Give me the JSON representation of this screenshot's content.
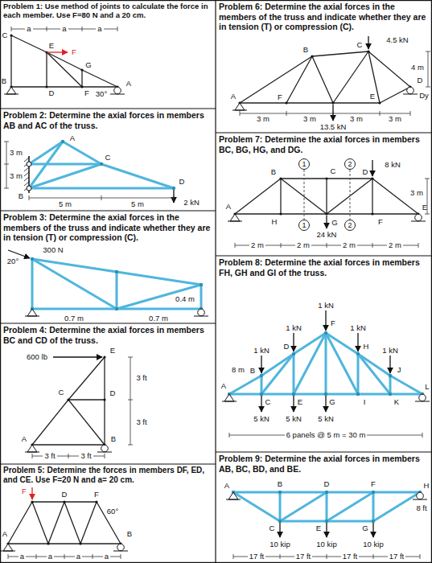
{
  "diagram": {
    "nodes": [
      {
        "text": [
          "Problem 1: Use method of joints to calculate the force in each member. Use F=80 N and a 20 cm."
        ]
      },
      {
        "text": [
          "Problem 2: Determine the axial forces in members AB and AC of the truss."
        ]
      },
      {
        "text": [
          "Problem 3: Determine the axial forces in the members of the truss and indicate whether they are in tension (T) or compression (C)."
        ]
      },
      {
        "text": [
          "Problem 4: Determine the axial forces in members BC and CD of the truss."
        ]
      },
      {
        "text": [
          "Problem 5: Determine the forces in members DF, ED, and CE. Use F=20 N and a= 20 cm."
        ]
      },
      {
        "text": [
          "Problem 6: Determine the axial forces in the members of the truss and indicate whether they are in tension (T) or compression (C)."
        ]
      },
      {
        "text": [
          "Problem 7: Determine the axial forces in members BC, BG, HG, and DG."
        ]
      },
      {
        "text": [
          "1"
        ],
        "in": 6
      },
      {
        "text": [
          "2"
        ],
        "in": 6
      },
      {
        "text": [
          "1"
        ],
        "in": 6
      },
      {
        "text": [
          "2"
        ],
        "in": 6
      },
      {
        "text": [
          "Problem 8: Determine the axial forces in members FH, GH and GI of the truss."
        ]
      },
      {
        "text": [
          "Problem 9: Determine the axial forces in members AB, BC, BD, and BE."
        ]
      }
    ],
    "labels": [
      "a",
      "a",
      "a",
      "C",
      "E",
      "F",
      "G",
      "B",
      "D",
      "F",
      "30°",
      "A",
      "A",
      "3 m",
      "3 m",
      "C",
      "B",
      "D",
      "5 m",
      "5 m",
      "2 kN",
      "300 N",
      "20°",
      "0.4 m",
      "0.7 m",
      "0.7 m",
      "600 lb",
      "E",
      "3 ft",
      "D",
      "C",
      "3 ft",
      "A",
      "B",
      "3 ft",
      "3 ft",
      "F",
      "D",
      "F",
      "60°",
      "A",
      "B",
      "a",
      "a",
      "a",
      "a",
      "4.5 kN",
      "B",
      "C",
      "4 m",
      "D",
      "Dy",
      "A",
      "F",
      "E",
      "3 m",
      "3 m",
      "3 m",
      "3 m",
      "13.5 kN",
      "8 kN",
      "B",
      "C",
      "D",
      "3 m",
      "A",
      "H",
      "G",
      "F",
      "E",
      "2 m",
      "2 m",
      "2 m",
      "2 m",
      "24 kN",
      "1 kN",
      "F",
      "1 kN",
      "1 kN",
      "D",
      "H",
      "1 kN",
      "1 kN",
      "8 m",
      "B",
      "J",
      "A",
      "C",
      "E",
      "G",
      "I",
      "K",
      "L",
      "5 kN",
      "5 kN",
      "5 kN",
      "6 panels @ 5 m = 30 m",
      "B",
      "D",
      "F",
      "A",
      "H",
      "8 ft",
      "C",
      "E",
      "G",
      "10 kip",
      "10 kip",
      "10 kip",
      "17 ft",
      "17 ft",
      "17 ft",
      "17 ft"
    ]
  }
}
